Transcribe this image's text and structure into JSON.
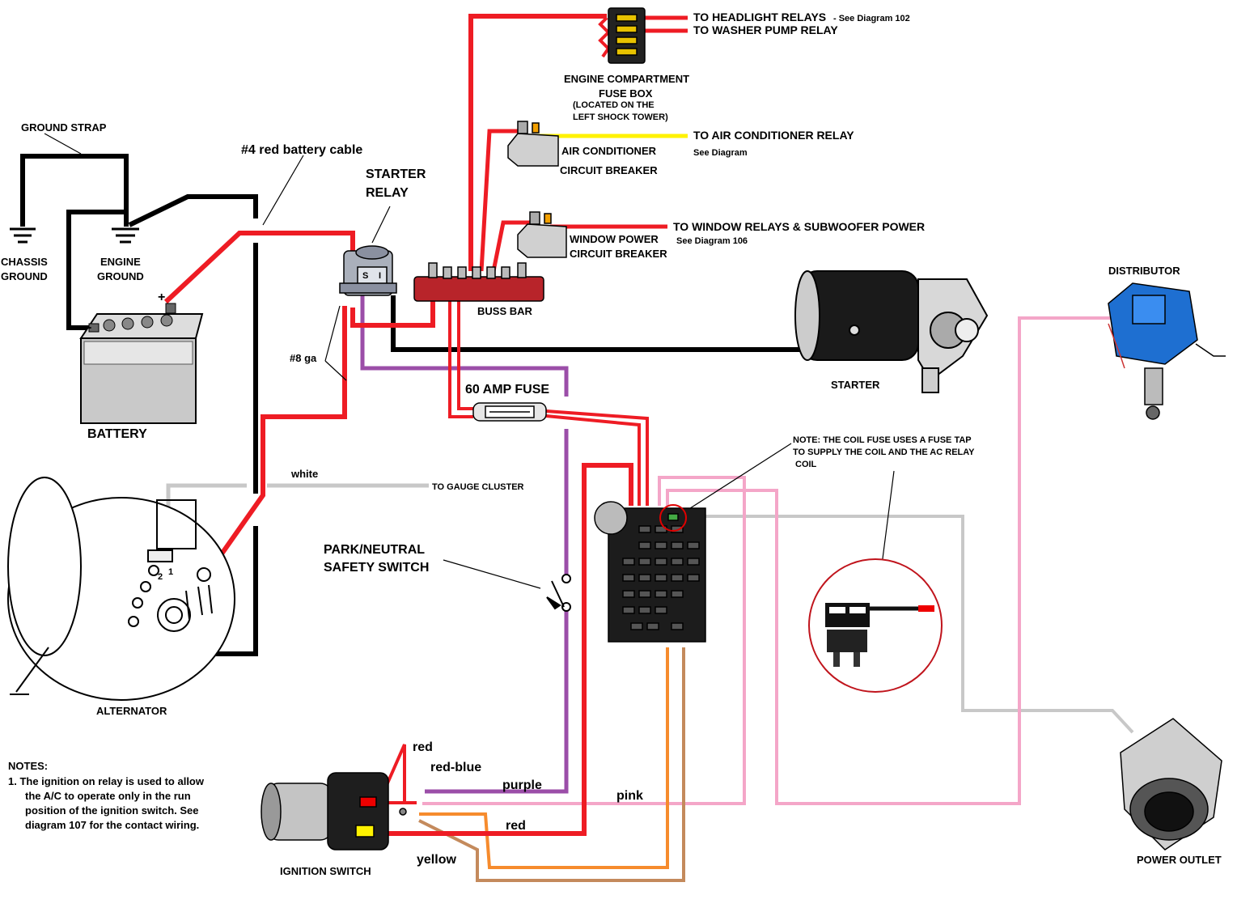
{
  "labels": {
    "headlight_relays": "TO HEADLIGHT RELAYS",
    "see_diagram_102": "- See Diagram 102",
    "washer_pump": "TO WASHER PUMP RELAY",
    "fuse_box_1": "ENGINE COMPARTMENT",
    "fuse_box_2": "FUSE BOX",
    "fuse_box_3": "(LOCATED ON THE",
    "fuse_box_4": "LEFT SHOCK TOWER)",
    "ground_strap": "GROUND STRAP",
    "battery_cable": "#4 red battery cable",
    "starter_relay_1": "STARTER",
    "starter_relay_2": "RELAY",
    "ac_relay": "TO AIR CONDITIONER RELAY",
    "see_diagram": "See Diagram",
    "ac_breaker_1": "AIR CONDITIONER",
    "ac_breaker_2": "CIRCUIT BREAKER",
    "window_relays": "TO WINDOW RELAYS & SUBWOOFER POWER",
    "see_diagram_106": "See Diagram 106",
    "window_breaker_1": "WINDOW POWER",
    "window_breaker_2": "CIRCUIT BREAKER",
    "chassis_1": "CHASSIS",
    "chassis_2": "GROUND",
    "engine_1": "ENGINE",
    "engine_2": "GROUND",
    "distributor": "DISTRIBUTOR",
    "buss_bar": "BUSS BAR",
    "battery": "BATTERY",
    "plus": "+",
    "minus": "-",
    "eight_ga": "#8 ga",
    "starter": "STARTER",
    "amp_fuse": "60 AMP FUSE",
    "coil_note_1": "NOTE: THE COIL FUSE USES A FUSE TAP",
    "coil_note_2": "TO SUPPLY THE COIL AND THE AC RELAY",
    "coil_note_3": "COIL",
    "white": "white",
    "gauge_cluster": "TO GAUGE CLUSTER",
    "park_neutral_1": "PARK/NEUTRAL",
    "park_neutral_2": "SAFETY SWITCH",
    "alternator": "ALTERNATOR",
    "alt_term_2": "2",
    "alt_term_1": "1",
    "wire_red": "red",
    "wire_red_blue": "red-blue",
    "wire_purple": "purple",
    "wire_pink": "pink",
    "wire_red_2": "red",
    "wire_yellow": "yellow",
    "ignition_switch": "IGNITION SWITCH",
    "power_outlet": "POWER OUTLET",
    "relay_s": "S",
    "relay_i": "I"
  },
  "notes": {
    "title": "NOTES:",
    "line1": "1. The ignition on relay is used to allow",
    "line2": "the A/C to operate only in the run",
    "line3": "position of the ignition switch. See",
    "line4": "diagram 107 for the contact wiring."
  },
  "colors": {
    "red_wire": "#ee1c24",
    "black_wire": "#000000",
    "purple_wire": "#9b4ea8",
    "pink_wire": "#f4a6c8",
    "grey_wire": "#c8c8c8",
    "orange_wire": "#f68b2d",
    "tan_wire": "#c48a5c",
    "yellow_wire": "#fff200",
    "distributor_cap": "#1e6fd1",
    "buss_bar": "#b8242a"
  }
}
